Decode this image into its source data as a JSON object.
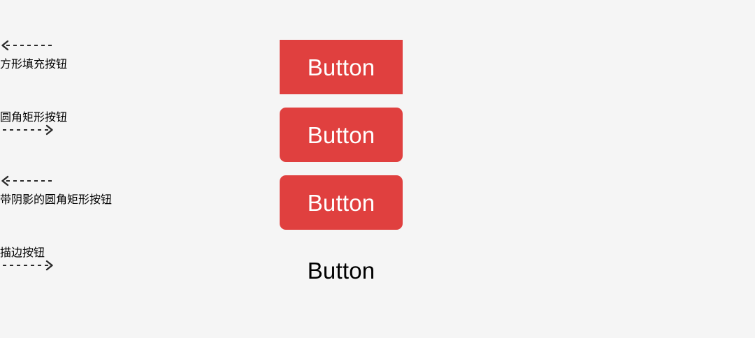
{
  "background_color": "#f5f5f5",
  "accent_color": "#e0403f",
  "outline_text_color": "#ee2b2b",
  "outline_border_color": "#f09494",
  "label_color": "#1d1d1d",
  "rows": [
    {
      "button_label": "Button",
      "style": "filled-square",
      "annotation": "方形填充按钮",
      "arrow_direction": "left",
      "annotation_side": "right"
    },
    {
      "button_label": "Button",
      "style": "filled-rounded",
      "annotation": "圆角矩形按钮",
      "arrow_direction": "right",
      "annotation_side": "left"
    },
    {
      "button_label": "Button",
      "style": "filled-rounded-shadow",
      "annotation": "带阴影的圆角矩形按钮",
      "arrow_direction": "left",
      "annotation_side": "right"
    },
    {
      "button_label": "Button",
      "style": "outline",
      "annotation": "描边按钮",
      "arrow_direction": "right",
      "annotation_side": "left"
    }
  ]
}
